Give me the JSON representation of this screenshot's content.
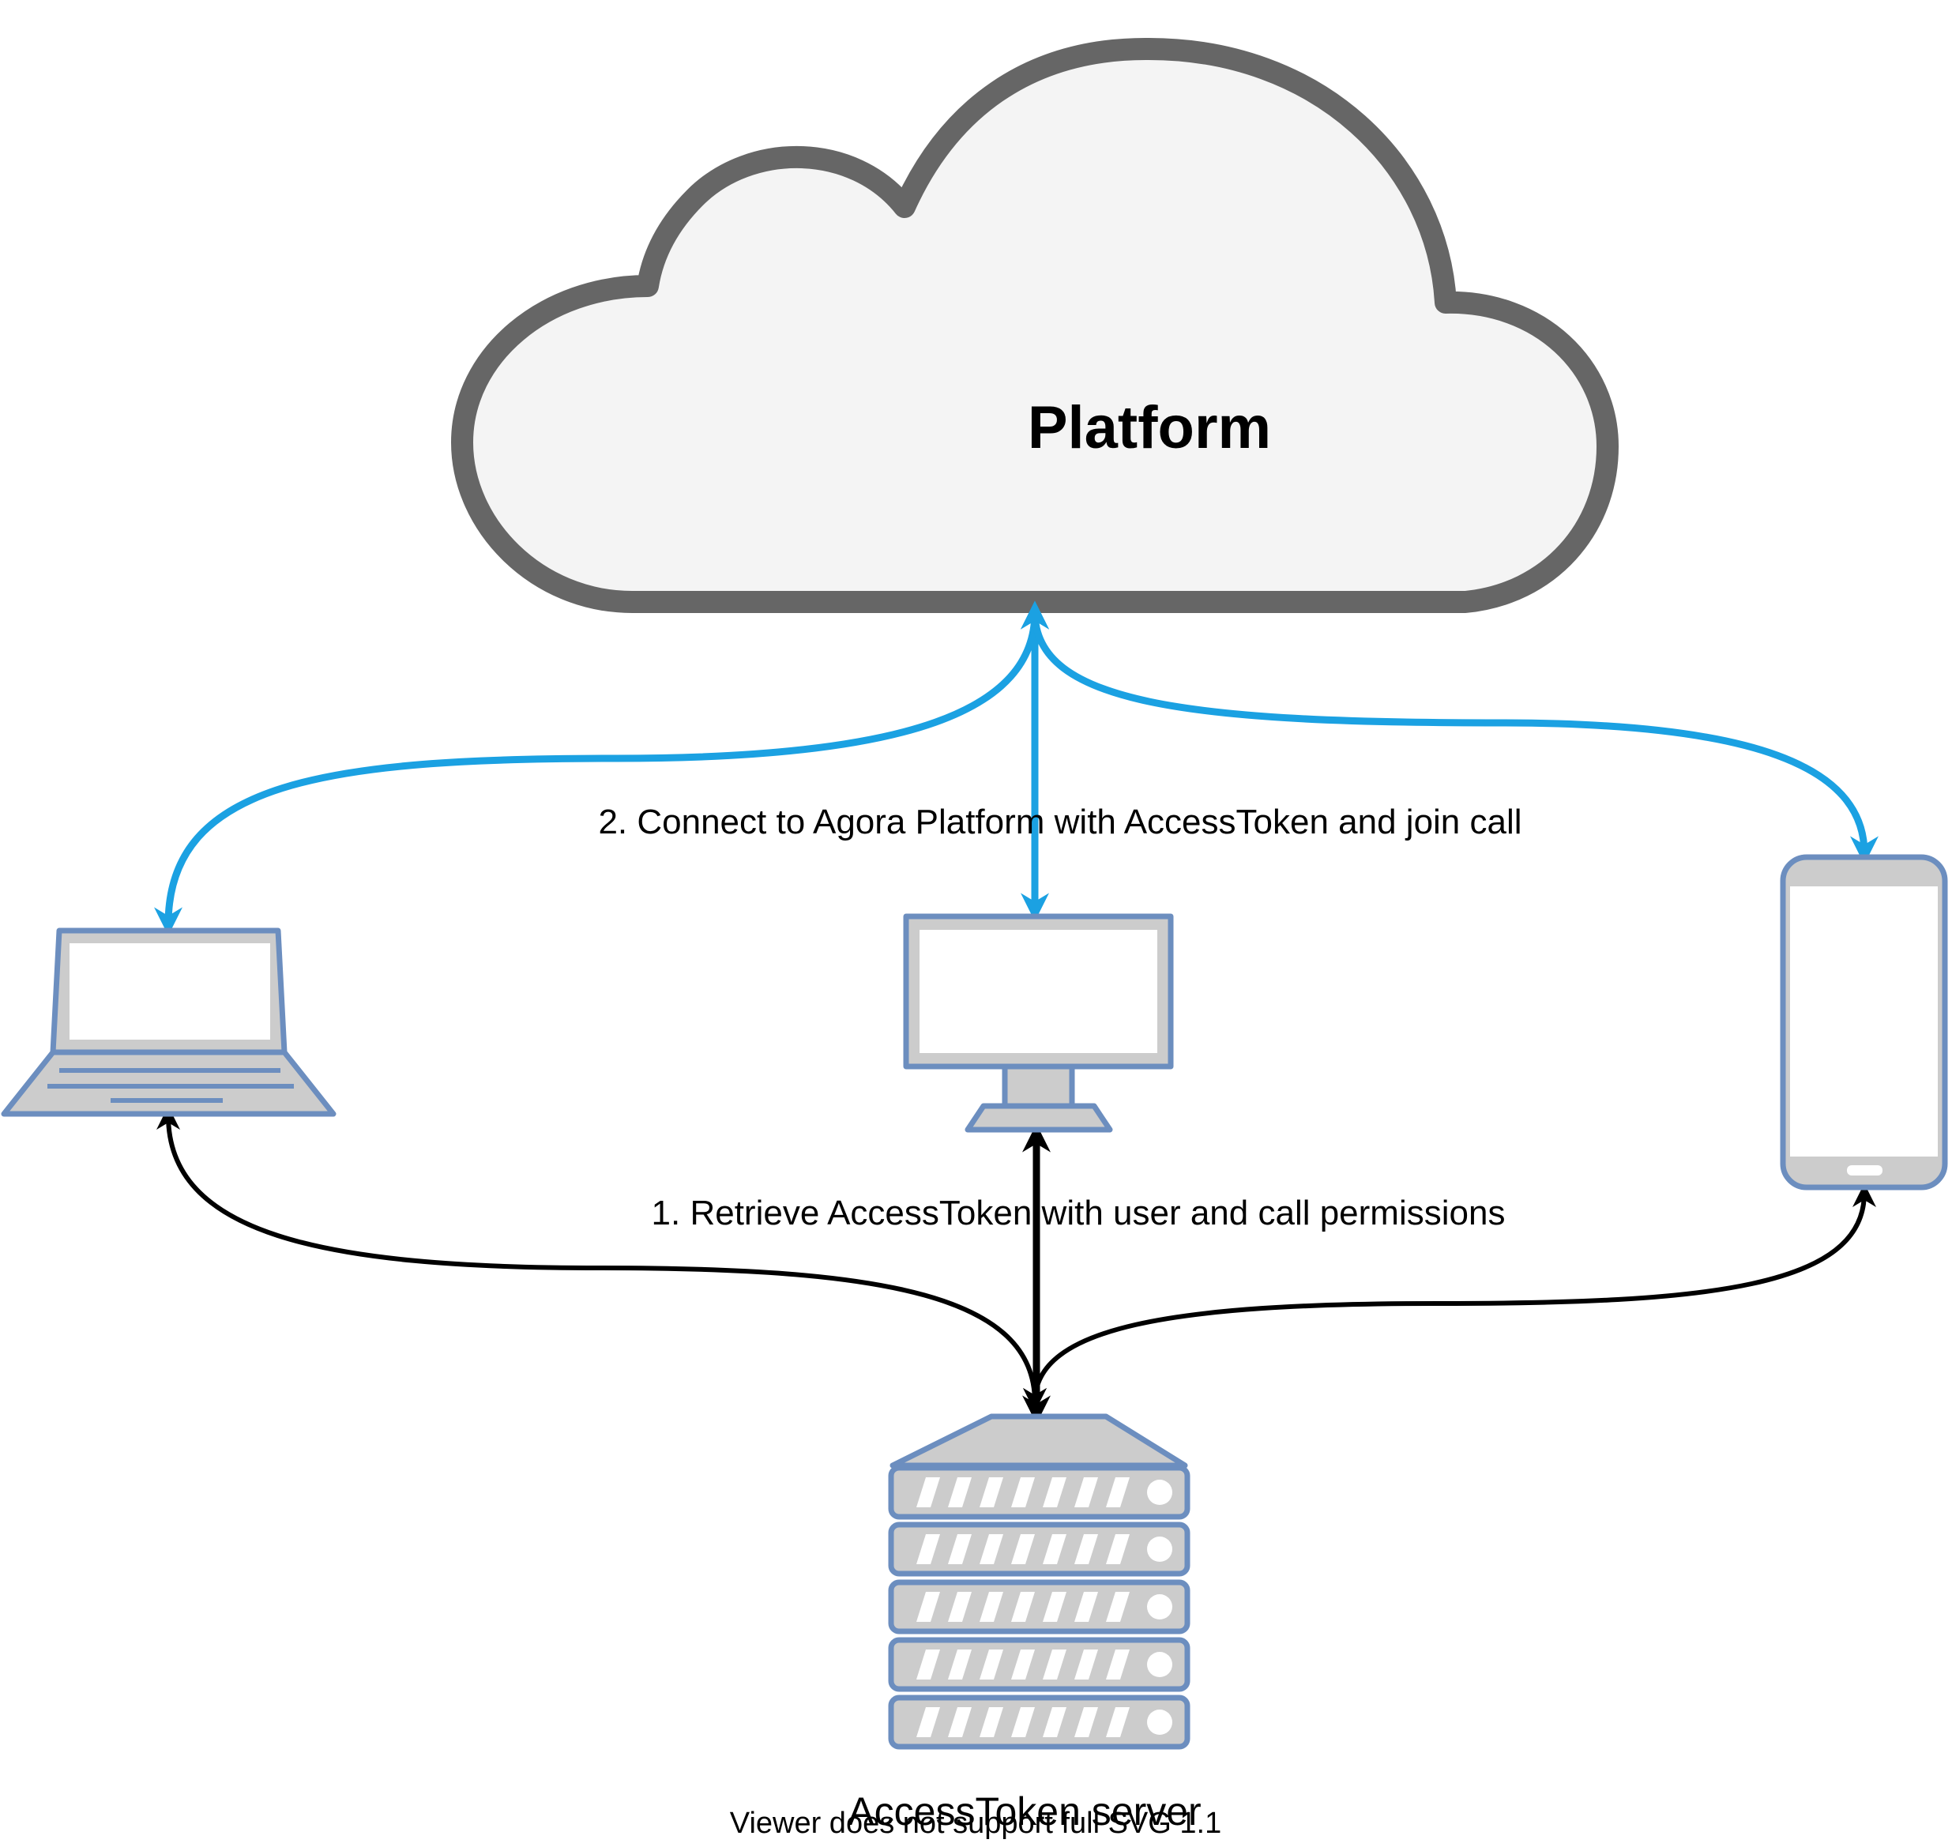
{
  "diagram": {
    "cloud": {
      "label": "Platform"
    },
    "edges": {
      "connect_label": "2. Connect to Agora Platform with AccessToken and join call",
      "retrieve_label": "1. Retrieve AccessToken with user and call permissions"
    },
    "nodes": {
      "laptop": {
        "kind": "laptop-icon"
      },
      "desktop": {
        "kind": "monitor-icon"
      },
      "phone": {
        "kind": "smartphone-icon"
      },
      "server": {
        "label": "AccessToken server",
        "kind": "server-rack-icon"
      }
    },
    "footer": {
      "warning": "Viewer does not support full SVG 1.1"
    }
  },
  "colors": {
    "cloud_fill": "#f4f4f4",
    "cloud_stroke": "#666666",
    "device_stroke": "#6c8ebf",
    "device_fill": "#cccccc",
    "connect_edge": "#1ba1e2",
    "retrieve_edge": "#000000"
  }
}
